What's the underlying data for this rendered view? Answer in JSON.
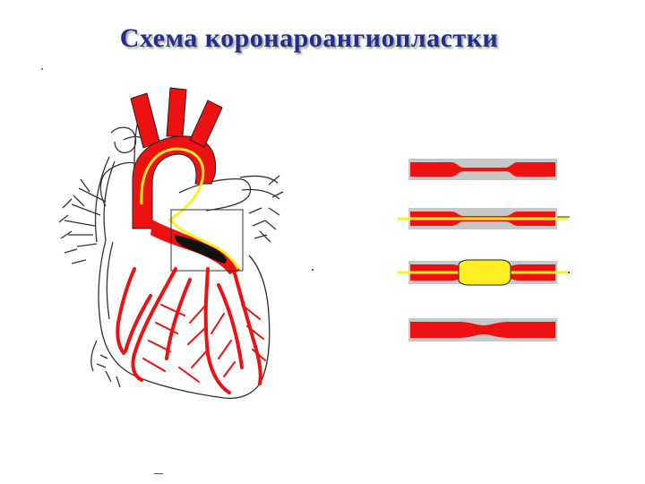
{
  "title": "Схема коронароангиопластки",
  "colors": {
    "artery": "#ee1111",
    "guidewire": "#ffee22",
    "vessel_wall": "#c8c8c8",
    "plaque": "#111111",
    "outline": "#333333",
    "title": "#1f2f8a"
  },
  "stages": [
    {
      "name": "stenosis"
    },
    {
      "name": "guidewire-inserted"
    },
    {
      "name": "balloon-inflated"
    },
    {
      "name": "vessel-restored"
    }
  ]
}
